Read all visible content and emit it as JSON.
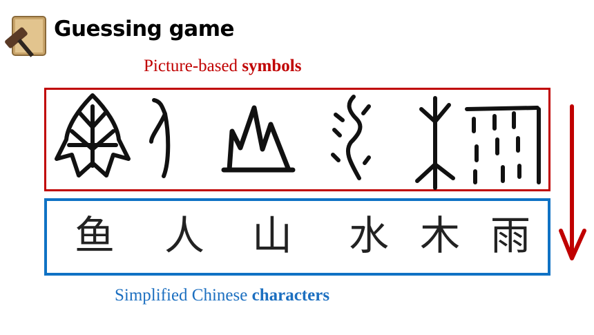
{
  "title": "Guessing game",
  "picture_label": {
    "normal": "Picture-based ",
    "bold": "symbols"
  },
  "characters_label": {
    "normal": "Simplified Chinese ",
    "bold": "characters"
  },
  "oracle_symbols": [
    {
      "meaning": "fish-oracle-icon"
    },
    {
      "meaning": "person-oracle-icon"
    },
    {
      "meaning": "mountain-oracle-icon"
    },
    {
      "meaning": "water-oracle-icon"
    },
    {
      "meaning": "tree-oracle-icon"
    },
    {
      "meaning": "rain-oracle-icon"
    }
  ],
  "characters": [
    "鱼",
    "人",
    "山",
    "水",
    "木",
    "雨"
  ],
  "colors": {
    "picture_box": "#c00000",
    "character_box": "#0f72c4",
    "arrow": "#c00000"
  }
}
